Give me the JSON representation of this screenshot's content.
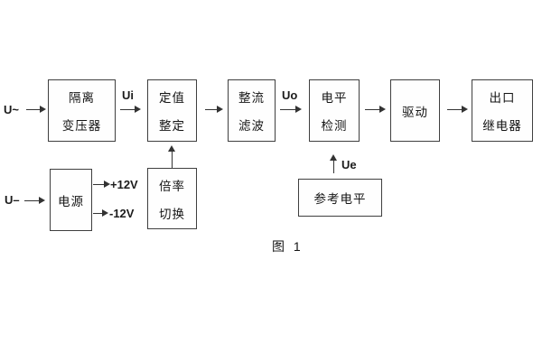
{
  "figure": {
    "caption": "图 1"
  },
  "labels": {
    "input_ac": "U~",
    "input_dc": "U–",
    "ui": "Ui",
    "uo": "Uo",
    "ue": "Ue",
    "rail_pos": "+12V",
    "rail_neg": "-12V"
  },
  "blocks": {
    "isolation_transformer": {
      "line1": "隔离",
      "line2": "变压器"
    },
    "setpoint_adjust": {
      "line1": "定值",
      "line2": "整定"
    },
    "rectify_filter": {
      "line1": "整流",
      "line2": "滤波"
    },
    "level_detect": {
      "line1": "电平",
      "line2": "检测"
    },
    "drive": {
      "label": "驱动"
    },
    "output_relay": {
      "line1": "出口",
      "line2": "继电器"
    },
    "power_supply": {
      "label": "电源"
    },
    "ratio_switch": {
      "line1": "倍率",
      "line2": "切换"
    },
    "reference_level": {
      "label": "参考电平"
    }
  },
  "colors": {
    "line": "#3f3f3f",
    "text": "#171717",
    "background": "#ffffff"
  }
}
